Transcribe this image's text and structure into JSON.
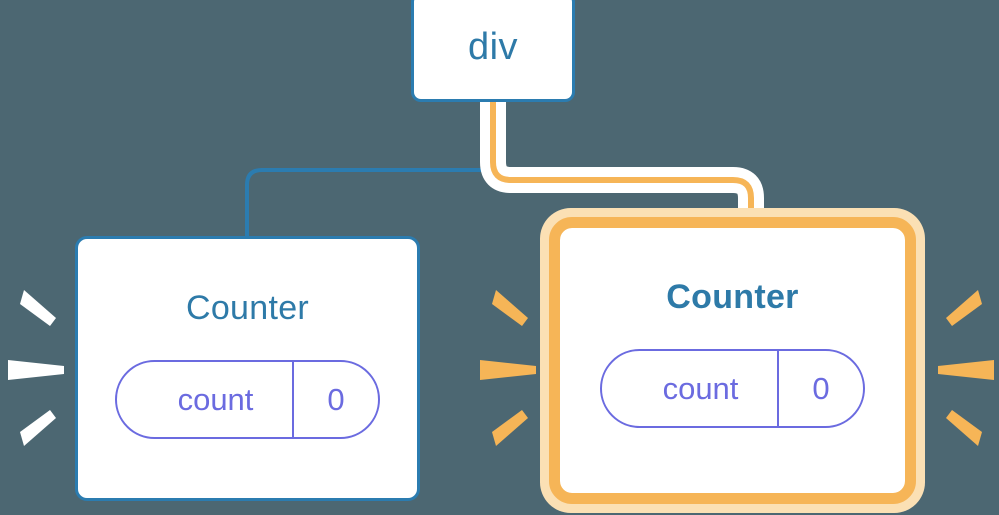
{
  "theme": {
    "background": "#4c6772",
    "node_border_blue": "#2b7cb0",
    "title_blue": "#2e7aa8",
    "pill_purple": "#6b6be0",
    "highlight_orange": "#f6b557",
    "highlight_glow": "#fbe0b4",
    "node_fill": "#ffffff",
    "sparkle_white": "#ffffff"
  },
  "diagram": {
    "type": "component-tree",
    "root": {
      "label": "div"
    },
    "children": [
      {
        "label": "Counter",
        "highlighted": false,
        "emphasis": "normal",
        "state": {
          "key": "count",
          "value": "0"
        },
        "sparkle_color": "#ffffff",
        "edge": {
          "color": "#2b7cb0",
          "style": "solid"
        }
      },
      {
        "label": "Counter",
        "highlighted": true,
        "emphasis": "bold",
        "state": {
          "key": "count",
          "value": "0"
        },
        "sparkle_color": "#f6b557",
        "edge": {
          "color": "#f6b557",
          "style": "solid-with-white-halo"
        }
      }
    ]
  }
}
